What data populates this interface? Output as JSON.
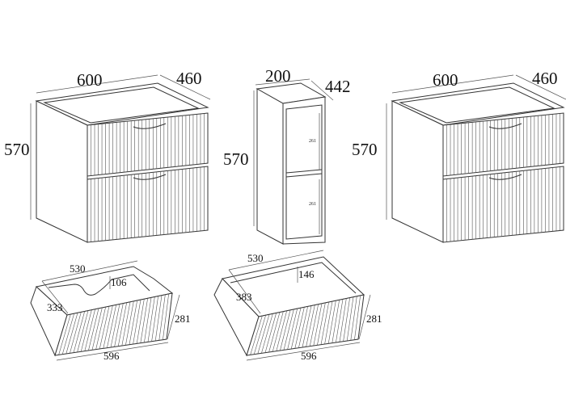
{
  "cabinet_left": {
    "width": "600",
    "depth": "460",
    "height": "570"
  },
  "column_cabinet": {
    "width": "200",
    "depth": "442",
    "height": "570",
    "shelf_upper": "261",
    "shelf_lower": "261"
  },
  "cabinet_right": {
    "width": "600",
    "depth": "460",
    "height": "570"
  },
  "drawer_left": {
    "inner_width": "530",
    "cutout_depth": "106",
    "inner_depth": "333",
    "front_height": "281",
    "front_width": "596"
  },
  "drawer_right": {
    "inner_width": "530",
    "inner_height": "146",
    "inner_depth": "383",
    "front_height": "281",
    "front_width": "596"
  }
}
